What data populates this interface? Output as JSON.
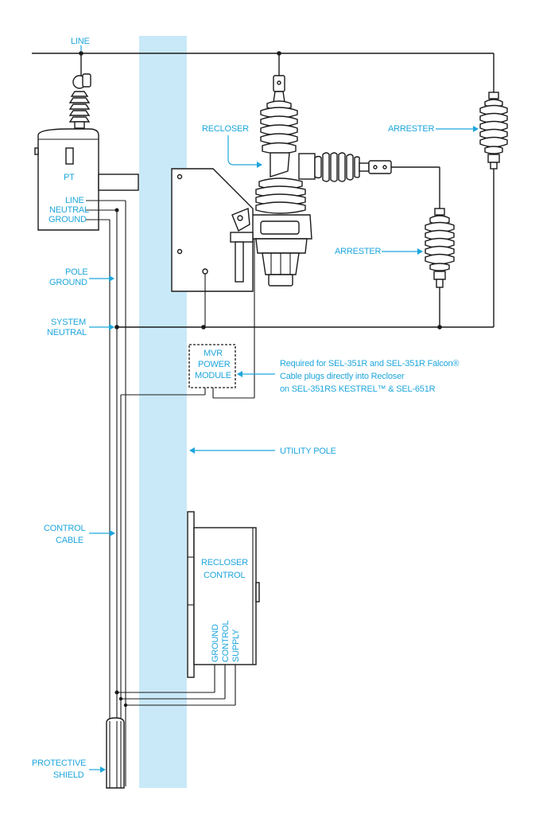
{
  "labels": {
    "line": "LINE",
    "pt": "PT",
    "pt_line": "LINE",
    "pt_neutral": "NEUTRAL",
    "pt_ground": "GROUND",
    "pole_ground_1": "POLE",
    "pole_ground_2": "GROUND",
    "system_neutral_1": "SYSTEM",
    "system_neutral_2": "NEUTRAL",
    "recloser": "RECLOSER",
    "arrester_top": "ARRESTER",
    "arrester_mid": "ARRESTER",
    "mvr_1": "MVR",
    "mvr_2": "POWER",
    "mvr_3": "MODULE",
    "note_1": "Required for SEL-351R and SEL-351R Falcon®",
    "note_2": "Cable plugs directly into Recloser",
    "note_3": "on SEL-351RS KESTREL™ & SEL-651R",
    "utility_pole": "UTILITY POLE",
    "control_cable_1": "CONTROL",
    "control_cable_2": "CABLE",
    "recloser_control_1": "RECLOSER",
    "recloser_control_2": "CONTROL",
    "terminal_ground": "GROUND",
    "terminal_control": "CONTROL",
    "terminal_supply": "SUPPLY",
    "protective_shield_1": "PROTECTIVE",
    "protective_shield_2": "SHIELD"
  },
  "colors": {
    "accent": "#1ea6dc",
    "pole": "#c9e9f8",
    "ink": "#1a1a1a"
  }
}
